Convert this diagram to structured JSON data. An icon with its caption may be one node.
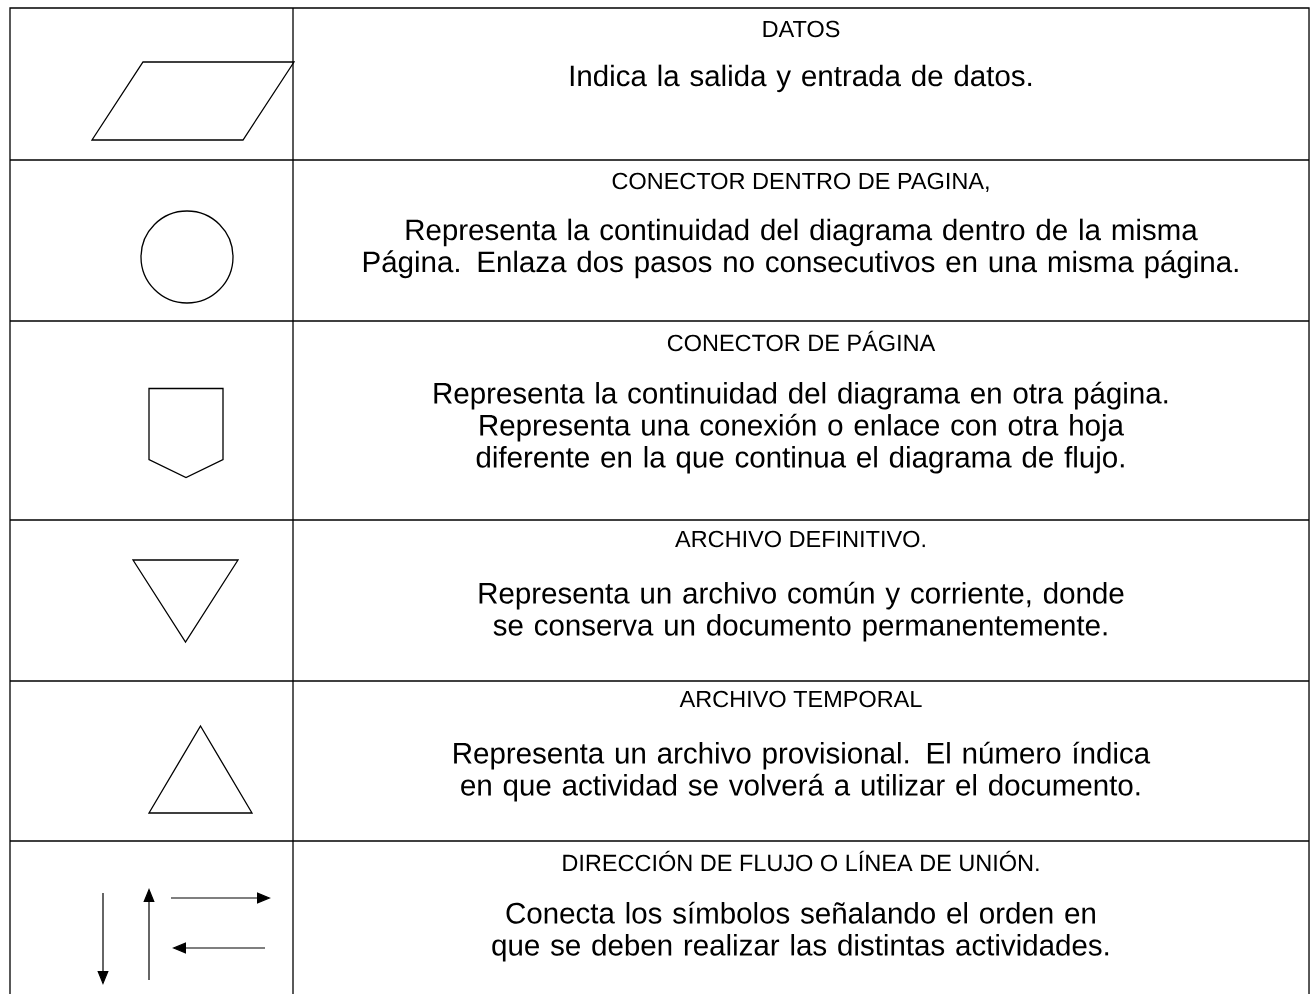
{
  "diagram": {
    "nodes": [
      {
        "text": [],
        "shape": "parallelogram"
      },
      {
        "text": [],
        "shape": "circle"
      },
      {
        "text": [],
        "shape": "pentagon"
      },
      {
        "text": [],
        "shape": "triangle"
      },
      {
        "text": [],
        "shape": "triangle"
      }
    ],
    "labels": [
      "DATOS",
      "Indica la salida y entrada de datos.",
      "CONECTOR DENTRO DE PAGINA,",
      "Representa la continuidad del diagrama dentro de la misma Página. Enlaza dos pasos no consecutivos en una misma página.",
      "CONECTOR DE PÁGINA",
      "Representa la continuidad del diagrama en otra página.",
      "Representa una conexión o enlace con otra hoja diferente en la que continua el diagrama de flujo.",
      "ARCHIVO DEFINITIVO.",
      "Representa un archivo común y corriente, donde se conserva un documento permanentemente.",
      "ARCHIVO TEMPORAL",
      "Representa un archivo provisional. El número índica en que actividad se volverá a utilizar el documento.",
      "DIRECCIÓN DE FLUJO O LÍNEA DE UNIÓN.",
      "Conecta los símbolos señalando el orden en que se deben realizar las distintas actividades."
    ]
  }
}
